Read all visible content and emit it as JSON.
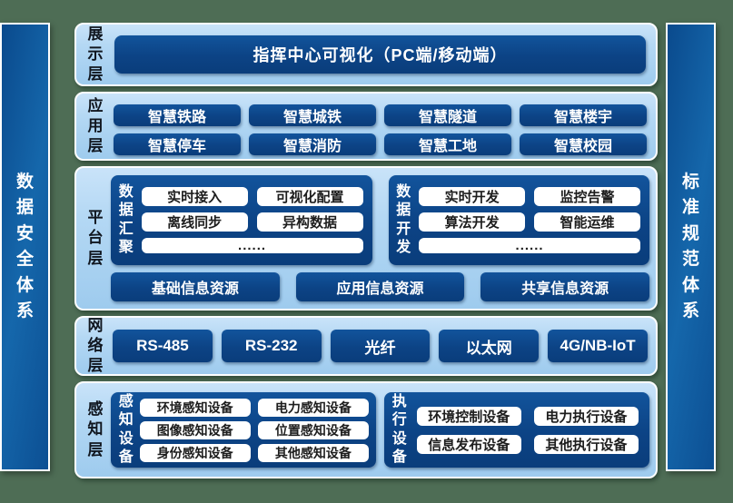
{
  "colors": {
    "background_green": "#4e6d55",
    "container_light_blue": "#aed4f1",
    "dark_blue": "#0c4385",
    "pillar_blue": "#1567ab",
    "pill_white": "#ffffff"
  },
  "sidebars": {
    "left": "数据安全体系",
    "right": "标准规范体系"
  },
  "layers": {
    "display": {
      "label": "展示层",
      "title": "指挥中心可视化（PC端/移动端）"
    },
    "application": {
      "label": "应用层",
      "items": [
        "智慧铁路",
        "智慧城铁",
        "智慧隧道",
        "智慧楼宇",
        "智慧停车",
        "智慧消防",
        "智慧工地",
        "智慧校园"
      ]
    },
    "platform": {
      "label": "平台层",
      "groups": [
        {
          "label": "数据汇聚",
          "items": [
            "实时接入",
            "可视化配置",
            "离线同步",
            "异构数据"
          ],
          "more": "......"
        },
        {
          "label": "数据开发",
          "items": [
            "实时开发",
            "监控告警",
            "算法开发",
            "智能运维"
          ],
          "more": "......"
        }
      ],
      "resources": [
        "基础信息资源",
        "应用信息资源",
        "共享信息资源"
      ]
    },
    "network": {
      "label": "网络层",
      "items": [
        "RS-485",
        "RS-232",
        "光纤",
        "以太网",
        "4G/NB-IoT"
      ]
    },
    "perception": {
      "label": "感知层",
      "groups": [
        {
          "label": "感知设备",
          "items": [
            "环境感知设备",
            "电力感知设备",
            "图像感知设备",
            "位置感知设备",
            "身份感知设备",
            "其他感知设备"
          ]
        },
        {
          "label": "执行设备",
          "items": [
            "环境控制设备",
            "电力执行设备",
            "信息发布设备",
            "其他执行设备"
          ]
        }
      ]
    }
  }
}
